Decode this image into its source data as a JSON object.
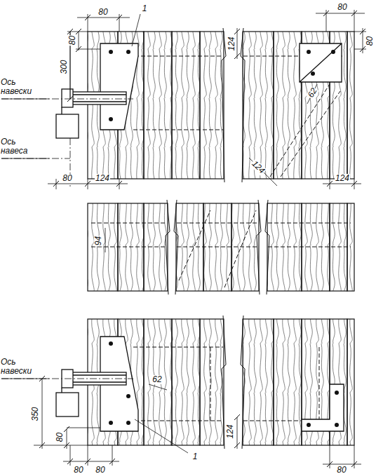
{
  "diagram": {
    "labels": [
      "1",
      "80",
      "80",
      "80",
      "300",
      "124",
      "80",
      "Ось навески",
      "62",
      "Ось навеса",
      "80",
      "124",
      "124",
      "124",
      "94",
      "Ось навески",
      "62",
      "350",
      "124",
      "80",
      "80",
      "80",
      "1",
      "80"
    ]
  }
}
